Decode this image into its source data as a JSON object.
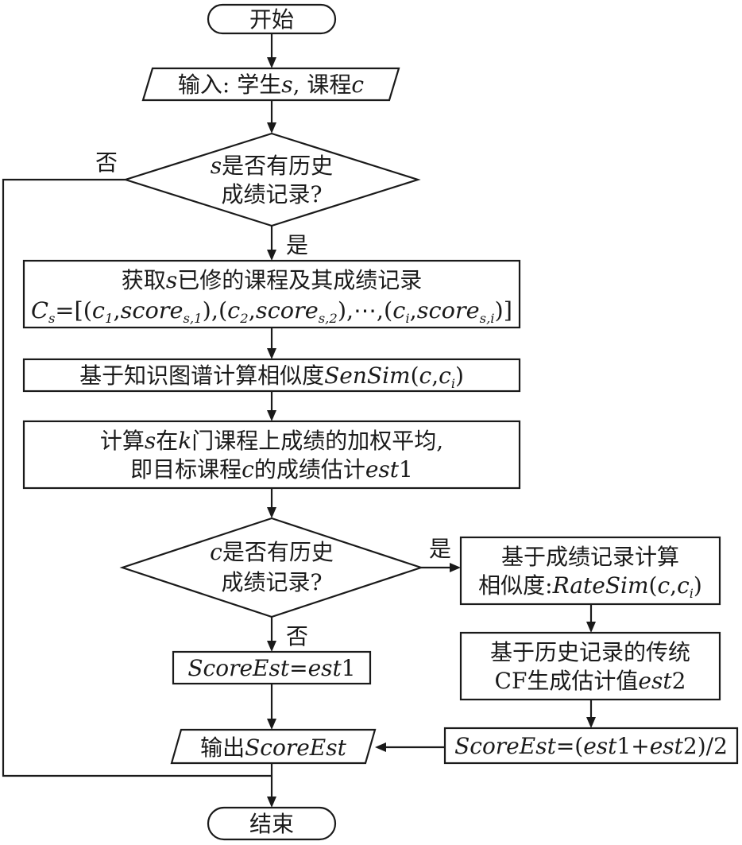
{
  "nodes": {
    "start": {
      "label": "开始"
    },
    "input": {
      "prefix": "输入: 学生",
      "var_s": "s",
      "mid": ", 课程",
      "var_c": "c"
    },
    "decision_s": {
      "var": "s",
      "line1": "是否有历史",
      "line2": "成绩记录?"
    },
    "fetch": {
      "line1_a": "获取",
      "line1_var": "s",
      "line1_b": "已修的课程及其成绩记录",
      "cs": "C",
      "cs_sub": "s",
      "eq": "=[(",
      "c1": "c",
      "c1_sub": "1",
      "sc1": "score",
      "sc1_sub": "s,1",
      "sep1": "),(",
      "c2": "c",
      "c2_sub": "2",
      "sc2": "score",
      "sc2_sub": "s,2",
      "sep2": "),⋯,(",
      "ci": "c",
      "ci_sub": "i",
      "sci": "score",
      "sci_sub": "s,i",
      "end": ")]"
    },
    "kg_sim": {
      "text": "基于知识图谱计算相似度",
      "fn": "SenSim",
      "open": "(",
      "c": "c",
      "comma": ",",
      "ci": "c",
      "ci_sub": "i",
      "close": ")"
    },
    "weighted": {
      "l1_a": "计算",
      "l1_s": "s",
      "l1_b": "在",
      "l1_k": "k",
      "l1_c": "门课程上成绩的加权平均,",
      "l2_a": "即目标课程",
      "l2_c": "c",
      "l2_b": "的成绩估计",
      "l2_est": "est",
      "l2_num": "1"
    },
    "decision_c": {
      "var": "c",
      "line1": "是否有历史",
      "line2": "成绩记录?"
    },
    "rate_sim": {
      "line1": "基于成绩记录计算",
      "l2_a": "相似度:",
      "fn": "RateSim",
      "open": "(",
      "c": "c",
      "comma": ",",
      "ci": "c",
      "ci_sub": "i",
      "close": ")"
    },
    "traditional_cf": {
      "line1": "基于历史记录的传统",
      "l2_a": "CF生成估计值",
      "est": "est",
      "num": "2"
    },
    "score_est1": {
      "lhs": "ScoreEst",
      "eq": "=",
      "est": "est",
      "num": "1"
    },
    "score_est_avg": {
      "lhs": "ScoreEst",
      "eq": "=(",
      "est1": "est",
      "n1": "1+",
      "est2": "est",
      "n2": "2",
      "tail": ")/2"
    },
    "output": {
      "prefix": "输出",
      "var": "ScoreEst"
    },
    "end": {
      "label": "结束"
    }
  },
  "edge_labels": {
    "s_no": "否",
    "s_yes": "是",
    "c_yes": "是",
    "c_no": "否"
  },
  "colors": {
    "stroke": "#1a1a1a",
    "fill": "#ffffff"
  }
}
